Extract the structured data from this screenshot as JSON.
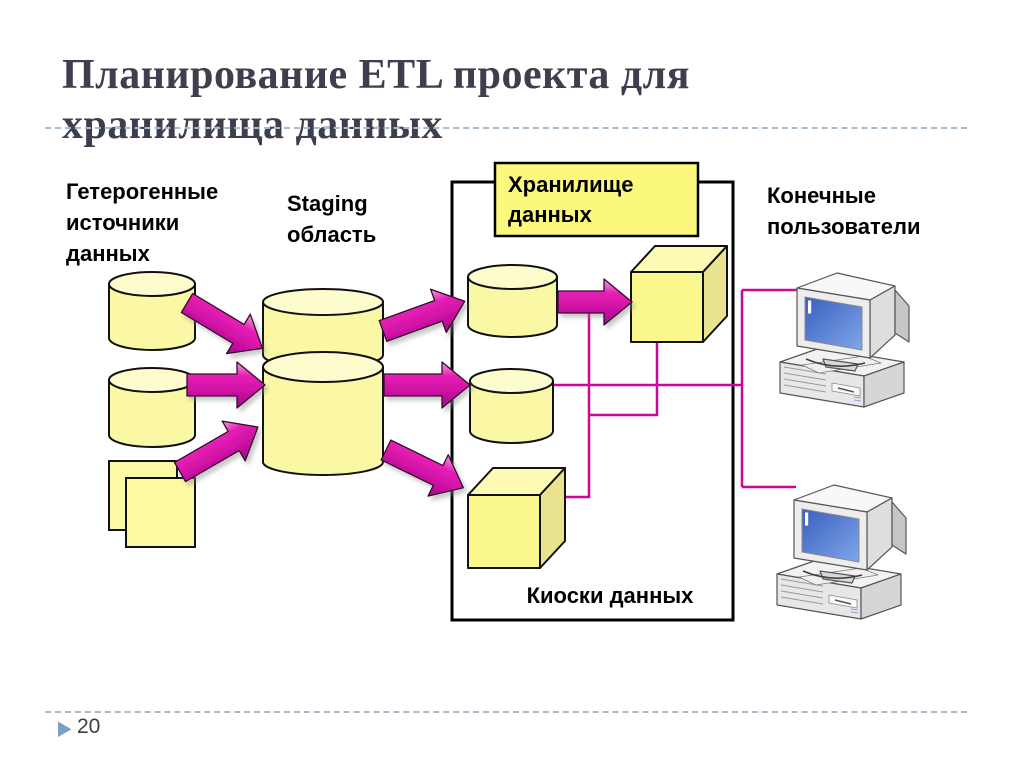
{
  "slide": {
    "title": "Планирование ETL проекта для\nхранилища данных",
    "page_number": "20"
  },
  "diagram": {
    "labels": {
      "sources": "Гетерогенные\nисточники\nданных",
      "staging": "Staging\nобласть",
      "warehouse": "Хранилище\nданных",
      "data_marts": "Киоски данных",
      "end_users": "Конечные\nпользователи"
    },
    "icons": {
      "end_user_workstation": "desktop-computer-icon",
      "page_marker": "right-triangle-marker-icon"
    },
    "colors": {
      "shape_fill": "#FAF8A4",
      "shape_fill_light": "#FDFCCC",
      "label_box_fill": "#FBF87D",
      "cube_side_fill": "#E9E28E",
      "arrow_magenta": "#E71FB5",
      "connector_magenta": "#C9099A",
      "outline_black": "#111111",
      "screen_blue": "#4A74D4",
      "separator_dash": "#A9BCCD",
      "title_color": "#3F3E4E",
      "marker_blue": "#7E9FC2"
    }
  }
}
